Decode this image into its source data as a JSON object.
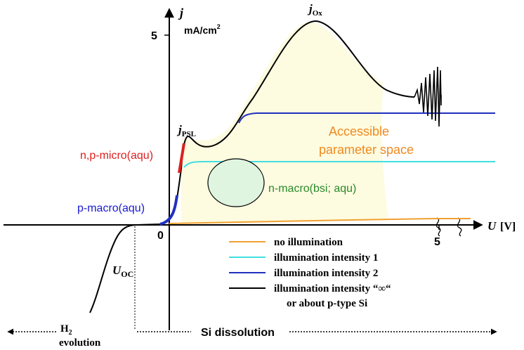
{
  "axes": {
    "y_symbol": "j",
    "y_unit": "mA/cm",
    "y_unit_sup": "2",
    "y_tick": "5",
    "x_symbol": "U",
    "x_unit": "[V]",
    "x_tick": "5",
    "origin_tick": "0"
  },
  "points": {
    "j_ox_main": "j",
    "j_ox_sub": "Ox",
    "j_psl_main": "j",
    "j_psl_sub": "PSL",
    "u_oc_main": "U",
    "u_oc_sub": "OC"
  },
  "regions": {
    "accessible_line1": "Accessible",
    "accessible_line2": "parameter space",
    "n_macro": "n-macro(bsi; aqu)",
    "n_p_micro": "n,p-micro(aqu)",
    "p_macro": "p-macro(aqu)"
  },
  "legend": [
    {
      "label": "no illumination",
      "color": "#f0a030"
    },
    {
      "label": "illumination intensity 1",
      "color": "#40e0e0"
    },
    {
      "label": "illumination intensity 2",
      "color": "#2030c0"
    },
    {
      "label": "illumination intensity “∞“",
      "label2": "or about p-type Si",
      "color": "#000000"
    }
  ],
  "bottom": {
    "h2_main": "H",
    "h2_sub": "2",
    "h2_line2": "evolution",
    "si_dissolution": "Si dissolution"
  },
  "colors": {
    "accessible_fill": "#fdfbe0",
    "accessible_text": "#f08a20",
    "n_macro_fill": "#e0f5e0",
    "n_macro_text": "#2a8a2a",
    "micro_text": "#dd1f1f",
    "macro_text": "#1a1ad0"
  }
}
